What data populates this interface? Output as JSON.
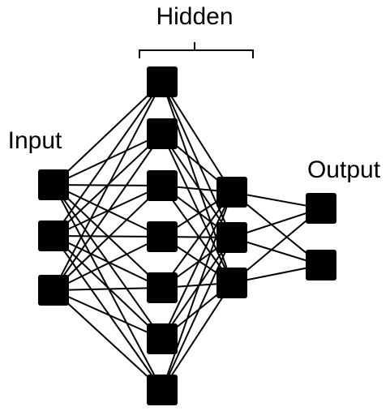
{
  "labels": {
    "input": "Input",
    "hidden": "Hidden",
    "output": "Output"
  },
  "network": {
    "layers": [
      {
        "name": "input",
        "size": 3
      },
      {
        "name": "hidden-1",
        "size": 7
      },
      {
        "name": "hidden-2",
        "size": 3
      },
      {
        "name": "output",
        "size": 2
      }
    ],
    "fully_connected": true
  },
  "colors": {
    "node": "#000000",
    "edge": "#000000",
    "background": "#ffffff"
  }
}
